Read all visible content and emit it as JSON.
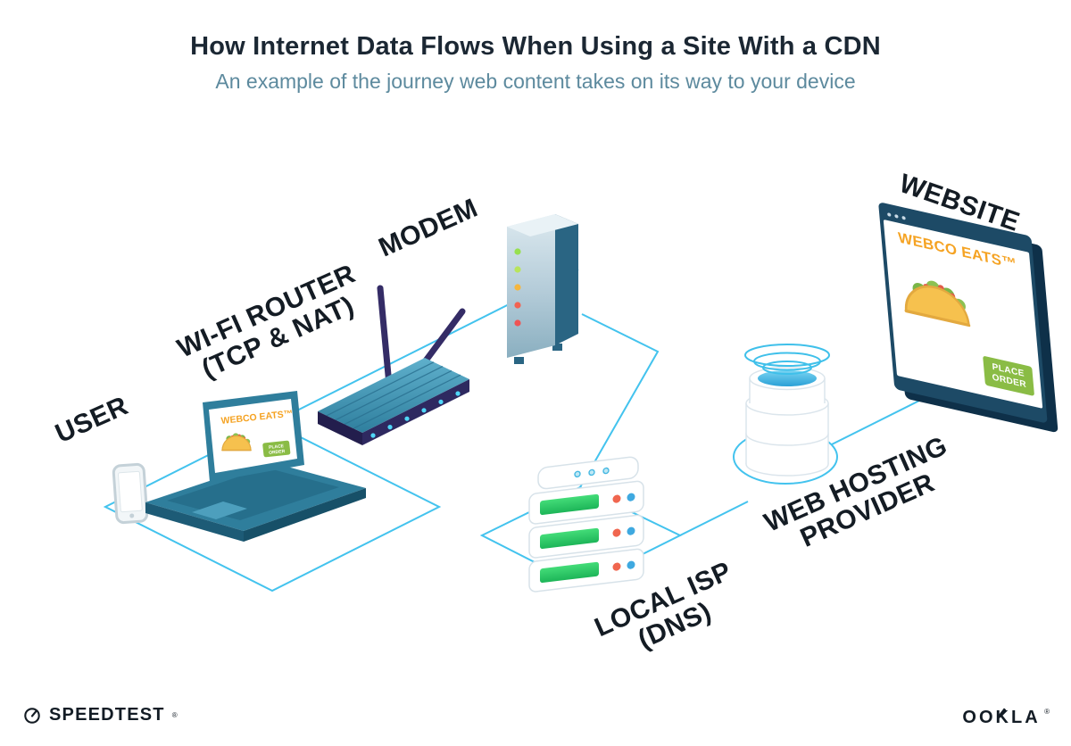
{
  "header": {
    "title": "How Internet Data Flows When Using a Site With a CDN",
    "subtitle": "An example of the journey web content takes on its way to your device"
  },
  "labels": {
    "user": "USER",
    "router_line1": "WI-FI ROUTER",
    "router_line2": "(TCP & NAT)",
    "modem": "MODEM",
    "isp_line1": "LOCAL ISP",
    "isp_line2": "(DNS)",
    "hosting_line1": "WEB HOSTING",
    "hosting_line2": "PROVIDER",
    "website": "WEBSITE"
  },
  "website_mock": {
    "brand": "WEBCO EATS™",
    "order_line1": "PLACE",
    "order_line2": "ORDER"
  },
  "laptop_mock": {
    "brand": "WEBCO EATS™",
    "order_line1": "PLACE",
    "order_line2": "ORDER"
  },
  "footer": {
    "speedtest": "SPEEDTEST",
    "speedtest_mark": "®",
    "ookla": "OOKLA",
    "ookla_mark": "®"
  },
  "icons": {
    "speedtest_gauge": "speedtest-gauge-icon",
    "ookla_needle": "ookla-needle-icon",
    "taco": "taco-illustration"
  },
  "colors": {
    "line_cyan": "#43c3ee",
    "title": "#1b2733",
    "subtitle": "#5d8a9e",
    "label": "#141c24",
    "brand_orange": "#f5a323",
    "button_green": "#8abc45",
    "device_teal": "#2f7e9c",
    "router_navy": "#2e2960",
    "led_green": "#97e04f",
    "led_red": "#f26352",
    "server_green": "#2ecc6b"
  }
}
